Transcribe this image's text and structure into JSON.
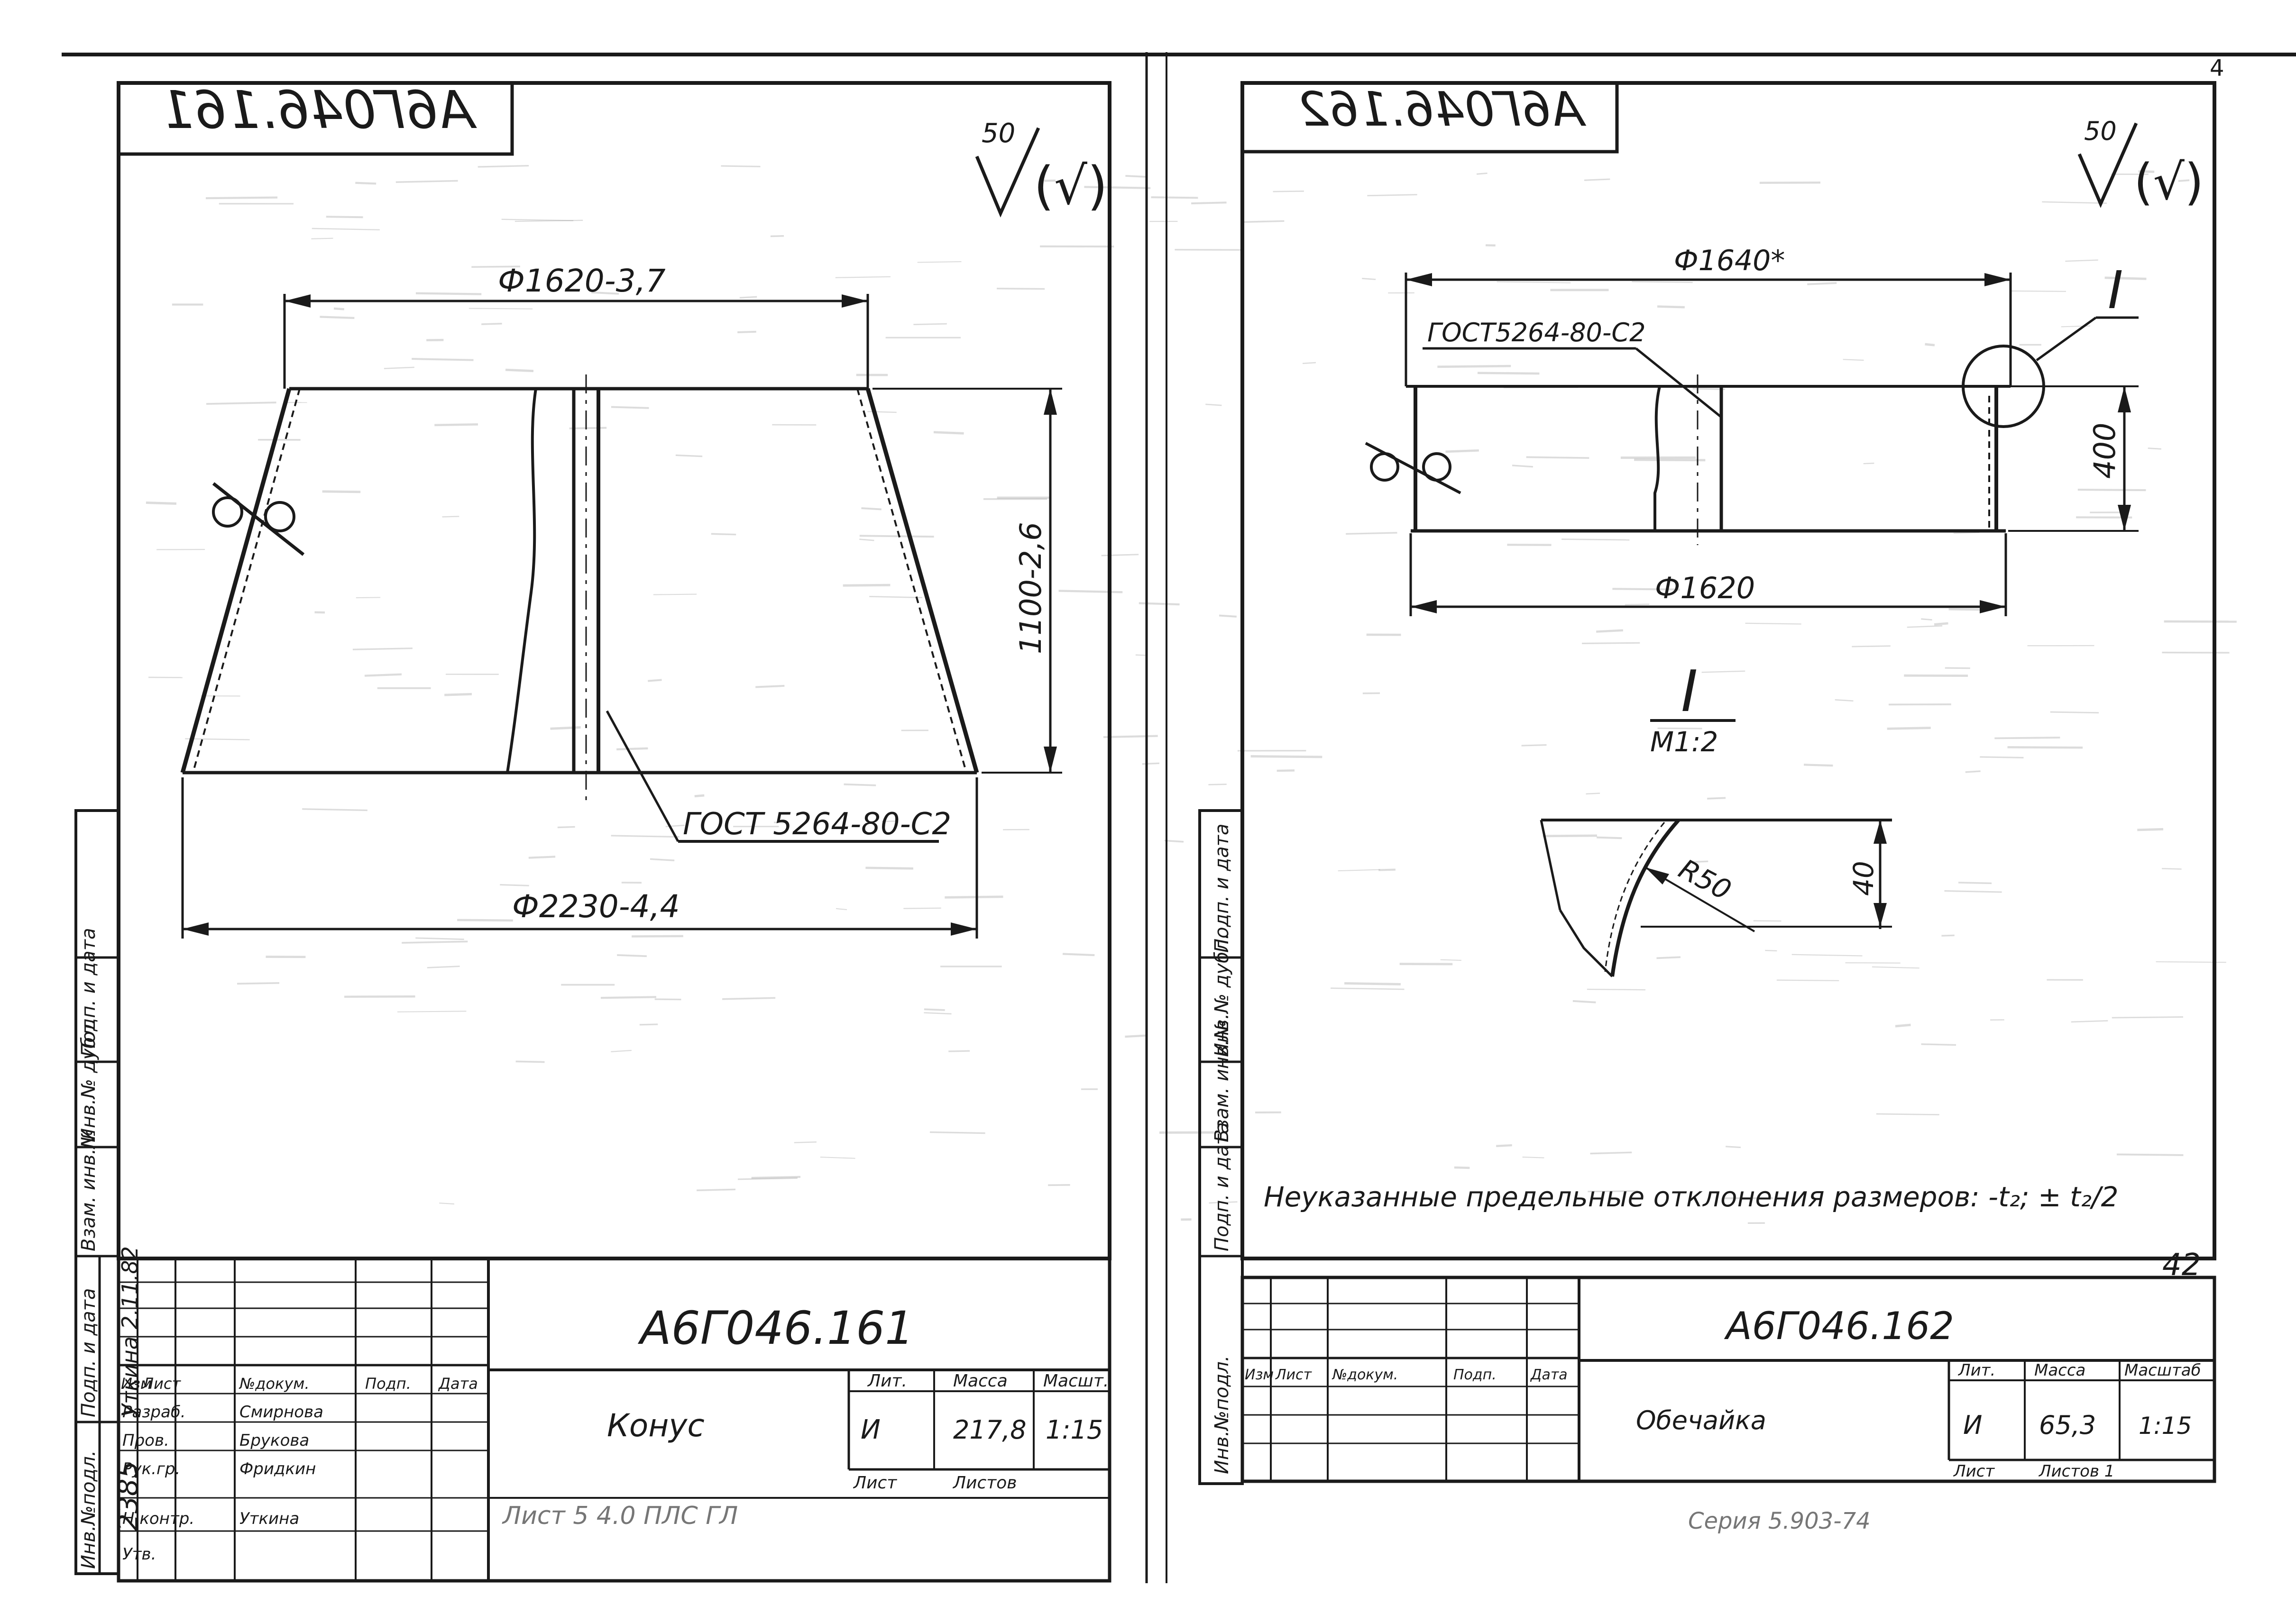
{
  "page_corner_number": "4",
  "left_sheet": {
    "stamp_code_mirrored": "А6Г046.161",
    "roughness_value": "50",
    "roughness_extra": "(√)",
    "dim_top_diameter": "Ф1620-3,7",
    "dim_height": "1100-2,6",
    "dim_bottom_diameter": "Ф2230-4,4",
    "weld_standard": "ГОСТ 5264-80-С2",
    "side_margin_labels": [
      "Инв.№подл.",
      "Подп. и дата",
      "Взам. инв.№",
      "Инв.№ дубл.",
      "Подп. и дата"
    ],
    "side_margin_values": [
      "2385",
      "Уткина 2.11.82"
    ],
    "title_block": {
      "designation": "А6Г046.161",
      "name": "Конус",
      "mass_header": "Масса",
      "scale_header": "Масшт.",
      "letter_header": "Лит.",
      "letter": "И",
      "mass": "217,8",
      "scale": "1:15",
      "sheet_label": "Лист",
      "sheets_label": "Листов",
      "column_headers": [
        "Изм",
        "Лист",
        "№докум.",
        "Подп.",
        "Дата"
      ],
      "roles": [
        {
          "role": "Разраб.",
          "name": "Смирнова"
        },
        {
          "role": "Пров.",
          "name": "Брукова"
        },
        {
          "role": "Рук.гр.",
          "name": "Фридкин"
        },
        {
          "role": "Н.контр.",
          "name": "Уткина"
        },
        {
          "role": "Утв.",
          "name": ""
        }
      ],
      "bottom_note": "Лист 5 4.0 ПЛС ГЛ"
    }
  },
  "right_sheet": {
    "stamp_code_mirrored": "А6Г046.162",
    "roughness_value": "50",
    "roughness_extra": "(√)",
    "dim_top_diameter": "Ф1640*",
    "dim_height": "400",
    "dim_bottom_diameter": "Ф1620",
    "weld_standard": "ГОСТ5264-80-С2",
    "detail_callout": "I",
    "detail_title": "I",
    "detail_scale": "М1:2",
    "detail_radius": "R50",
    "detail_dimension": "40",
    "note": "Неуказанные предельные отклонения размеров: -t₂; ± t₂/2",
    "sheet_number": "42",
    "side_margin_labels": [
      "Инв.№подл.",
      "Подп. и дата",
      "Взам. инв.№",
      "Инв.№ дубл.",
      "Подп. и дата"
    ],
    "title_block": {
      "designation": "А6Г046.162",
      "name": "Обечайка",
      "mass_header": "Масса",
      "scale_header": "Масштаб",
      "letter_header": "Лит.",
      "letter": "И",
      "mass": "65,3",
      "scale": "1:15",
      "sheet_label": "Лист",
      "sheets_label": "Листов 1",
      "column_headers": [
        "Изм",
        "Лист",
        "№докум.",
        "Подп.",
        "Дата"
      ],
      "bottom_note": "Серия 5.903-74"
    }
  },
  "colors": {
    "ink": "#1a1a1a",
    "paper": "#ffffff",
    "smudge": "#9a9a9a"
  }
}
